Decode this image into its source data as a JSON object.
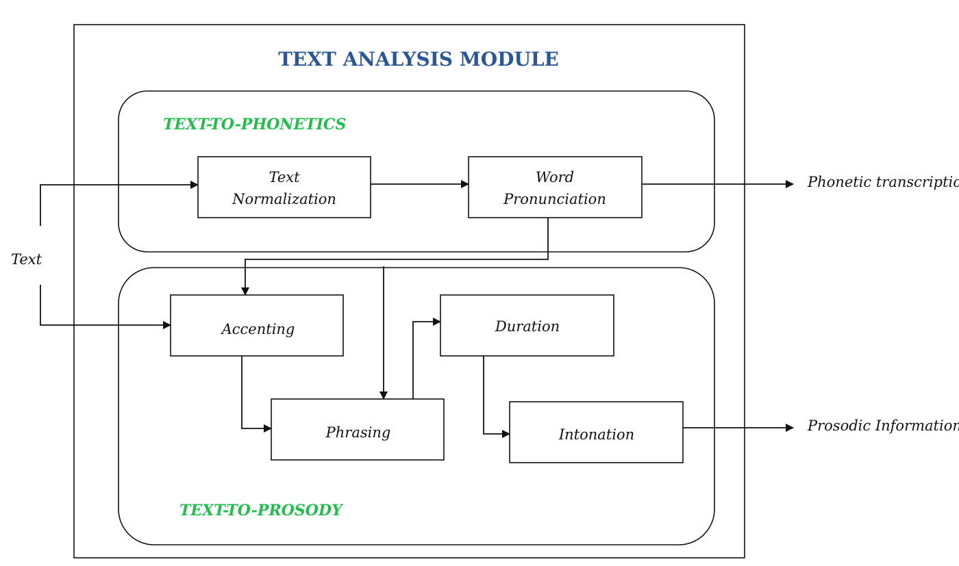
{
  "title": "TEXT ANALYSIS MODULE",
  "colors": {
    "title": "#2b5797",
    "section": "#1fbf4a",
    "stroke": "#111111"
  },
  "sections": {
    "text_to_phonetics": "TEXT-TO-PHONETICS",
    "text_to_prosody": "TEXT-TO-PROSODY"
  },
  "input_label": "Text",
  "outputs": {
    "phonetic": "Phonetic transcription",
    "prosodic": "Prosodic Information"
  },
  "boxes": {
    "text_normalization": [
      "Text",
      "Normalization"
    ],
    "word_pronunciation": [
      "Word",
      "Pronunciation"
    ],
    "accenting": "Accenting",
    "phrasing": "Phrasing",
    "duration": "Duration",
    "intonation": "Intonation"
  }
}
